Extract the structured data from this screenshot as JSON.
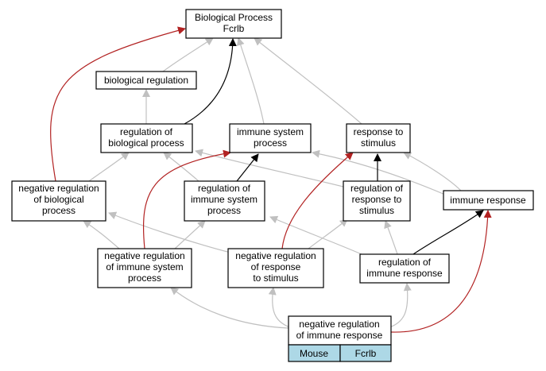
{
  "nodes": {
    "root": [
      "Biological Process",
      "Fcrlb"
    ],
    "bio_reg": [
      "biological regulation"
    ],
    "reg_bio": [
      "regulation of",
      "biological process"
    ],
    "immune_sys": [
      "immune system",
      "process"
    ],
    "resp_stim": [
      "response to",
      "stimulus"
    ],
    "neg_reg_bio": [
      "negative regulation",
      "of biological",
      "process"
    ],
    "reg_immune_sys": [
      "regulation of",
      "immune system",
      "process"
    ],
    "reg_resp_stim": [
      "regulation of",
      "response to",
      "stimulus"
    ],
    "immune_resp": [
      "immune response"
    ],
    "neg_reg_immune_sys": [
      "negative regulation",
      "of immune system",
      "process"
    ],
    "neg_reg_resp_stim": [
      "negative regulation",
      "of response",
      "to stimulus"
    ],
    "reg_immune_resp": [
      "regulation of",
      "immune response"
    ],
    "focus": [
      "negative regulation",
      "of immune response"
    ]
  },
  "legend": {
    "species": "Mouse",
    "gene": "Fcrlb"
  },
  "colors": {
    "is_a": "#c0c0c0",
    "part_of": "#000000",
    "negatively_regulates": "#b22222",
    "legend_fill": "#add8e6"
  }
}
